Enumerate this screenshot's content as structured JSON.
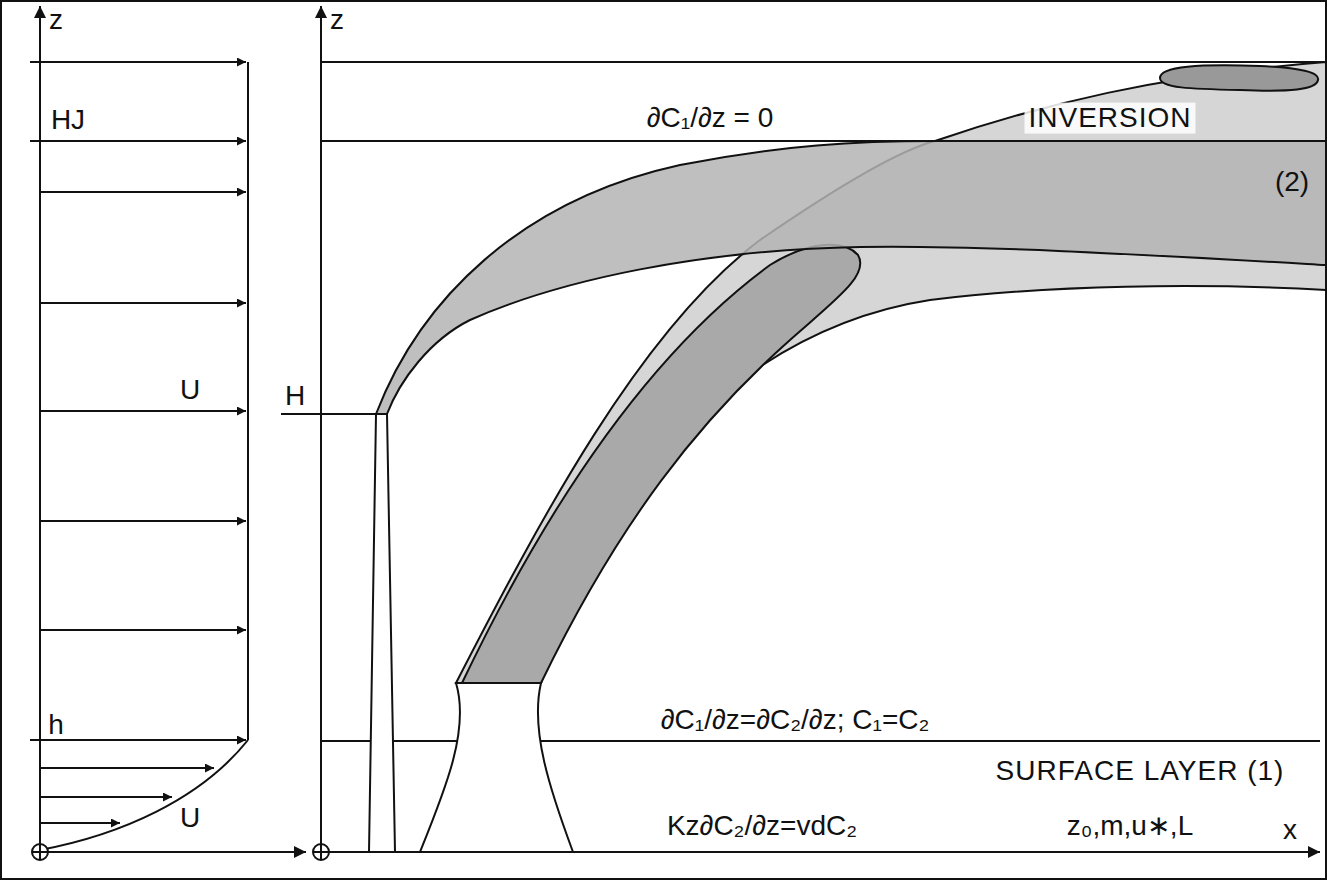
{
  "diagram": {
    "labels": [
      "z",
      "z",
      "HJ",
      "U",
      "h",
      "U",
      "H",
      "∂C₁/∂z = 0",
      "INVERSION",
      "(2)",
      "∂C₁/∂z=∂C₂/∂z; C₁=C₂",
      "SURFACE LAYER (1)",
      "Kz∂C₂/∂z=vdC₂",
      "z₀,m,u∗,L",
      "x"
    ]
  }
}
